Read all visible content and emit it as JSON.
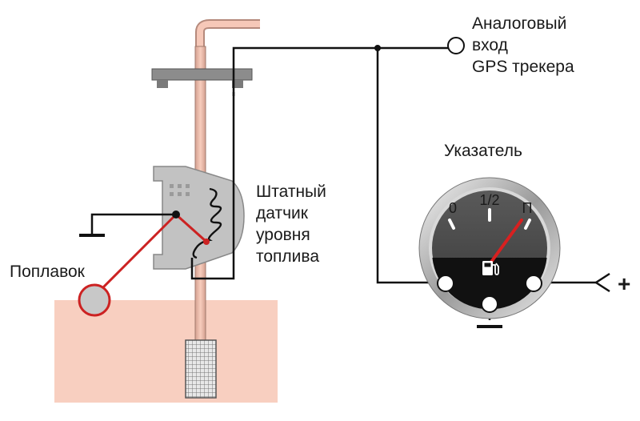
{
  "labels": {
    "gps_input": [
      "Аналоговый",
      "вход",
      "GPS трекера"
    ],
    "sensor": [
      "Штатный",
      "датчик",
      "уровня",
      "топлива"
    ],
    "float": "Поплавок",
    "indicator": "Указатель",
    "plus": "+"
  },
  "gauge": {
    "scale_empty": "0",
    "scale_half": "1/2",
    "scale_full": "П",
    "needle_level": 0.8
  },
  "colors": {
    "tank_liquid": "#f8cfc0",
    "pipe": "#f0b8a8",
    "needle": "#d82020",
    "float_arm": "#cc2222",
    "wire": "#111111"
  },
  "icons": {
    "gauge_symbol": "fuel-pump-icon"
  }
}
